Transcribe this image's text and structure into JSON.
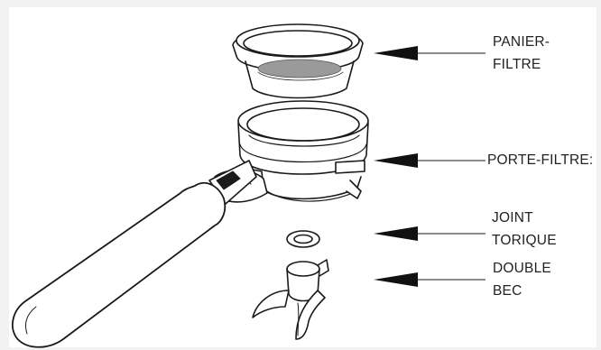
{
  "colors": {
    "line": "#1a1a1a",
    "arrow": "#111111",
    "handle_fill": "#ffffff",
    "mesh": "#8a8a8a",
    "background": "#f2f2f2",
    "panel": "#ffffff"
  },
  "icons": [
    "espresso-portafilter-illustration",
    "left-pointing-arrow"
  ],
  "labels": {
    "panier_filtre": [
      "PANIER-",
      "FILTRE"
    ],
    "porte_filtre": "PORTE-FILTRE:",
    "joint_torique": [
      "JOINT",
      "TORIQUE"
    ],
    "double_bec": [
      "DOUBLE",
      "BEC"
    ]
  }
}
